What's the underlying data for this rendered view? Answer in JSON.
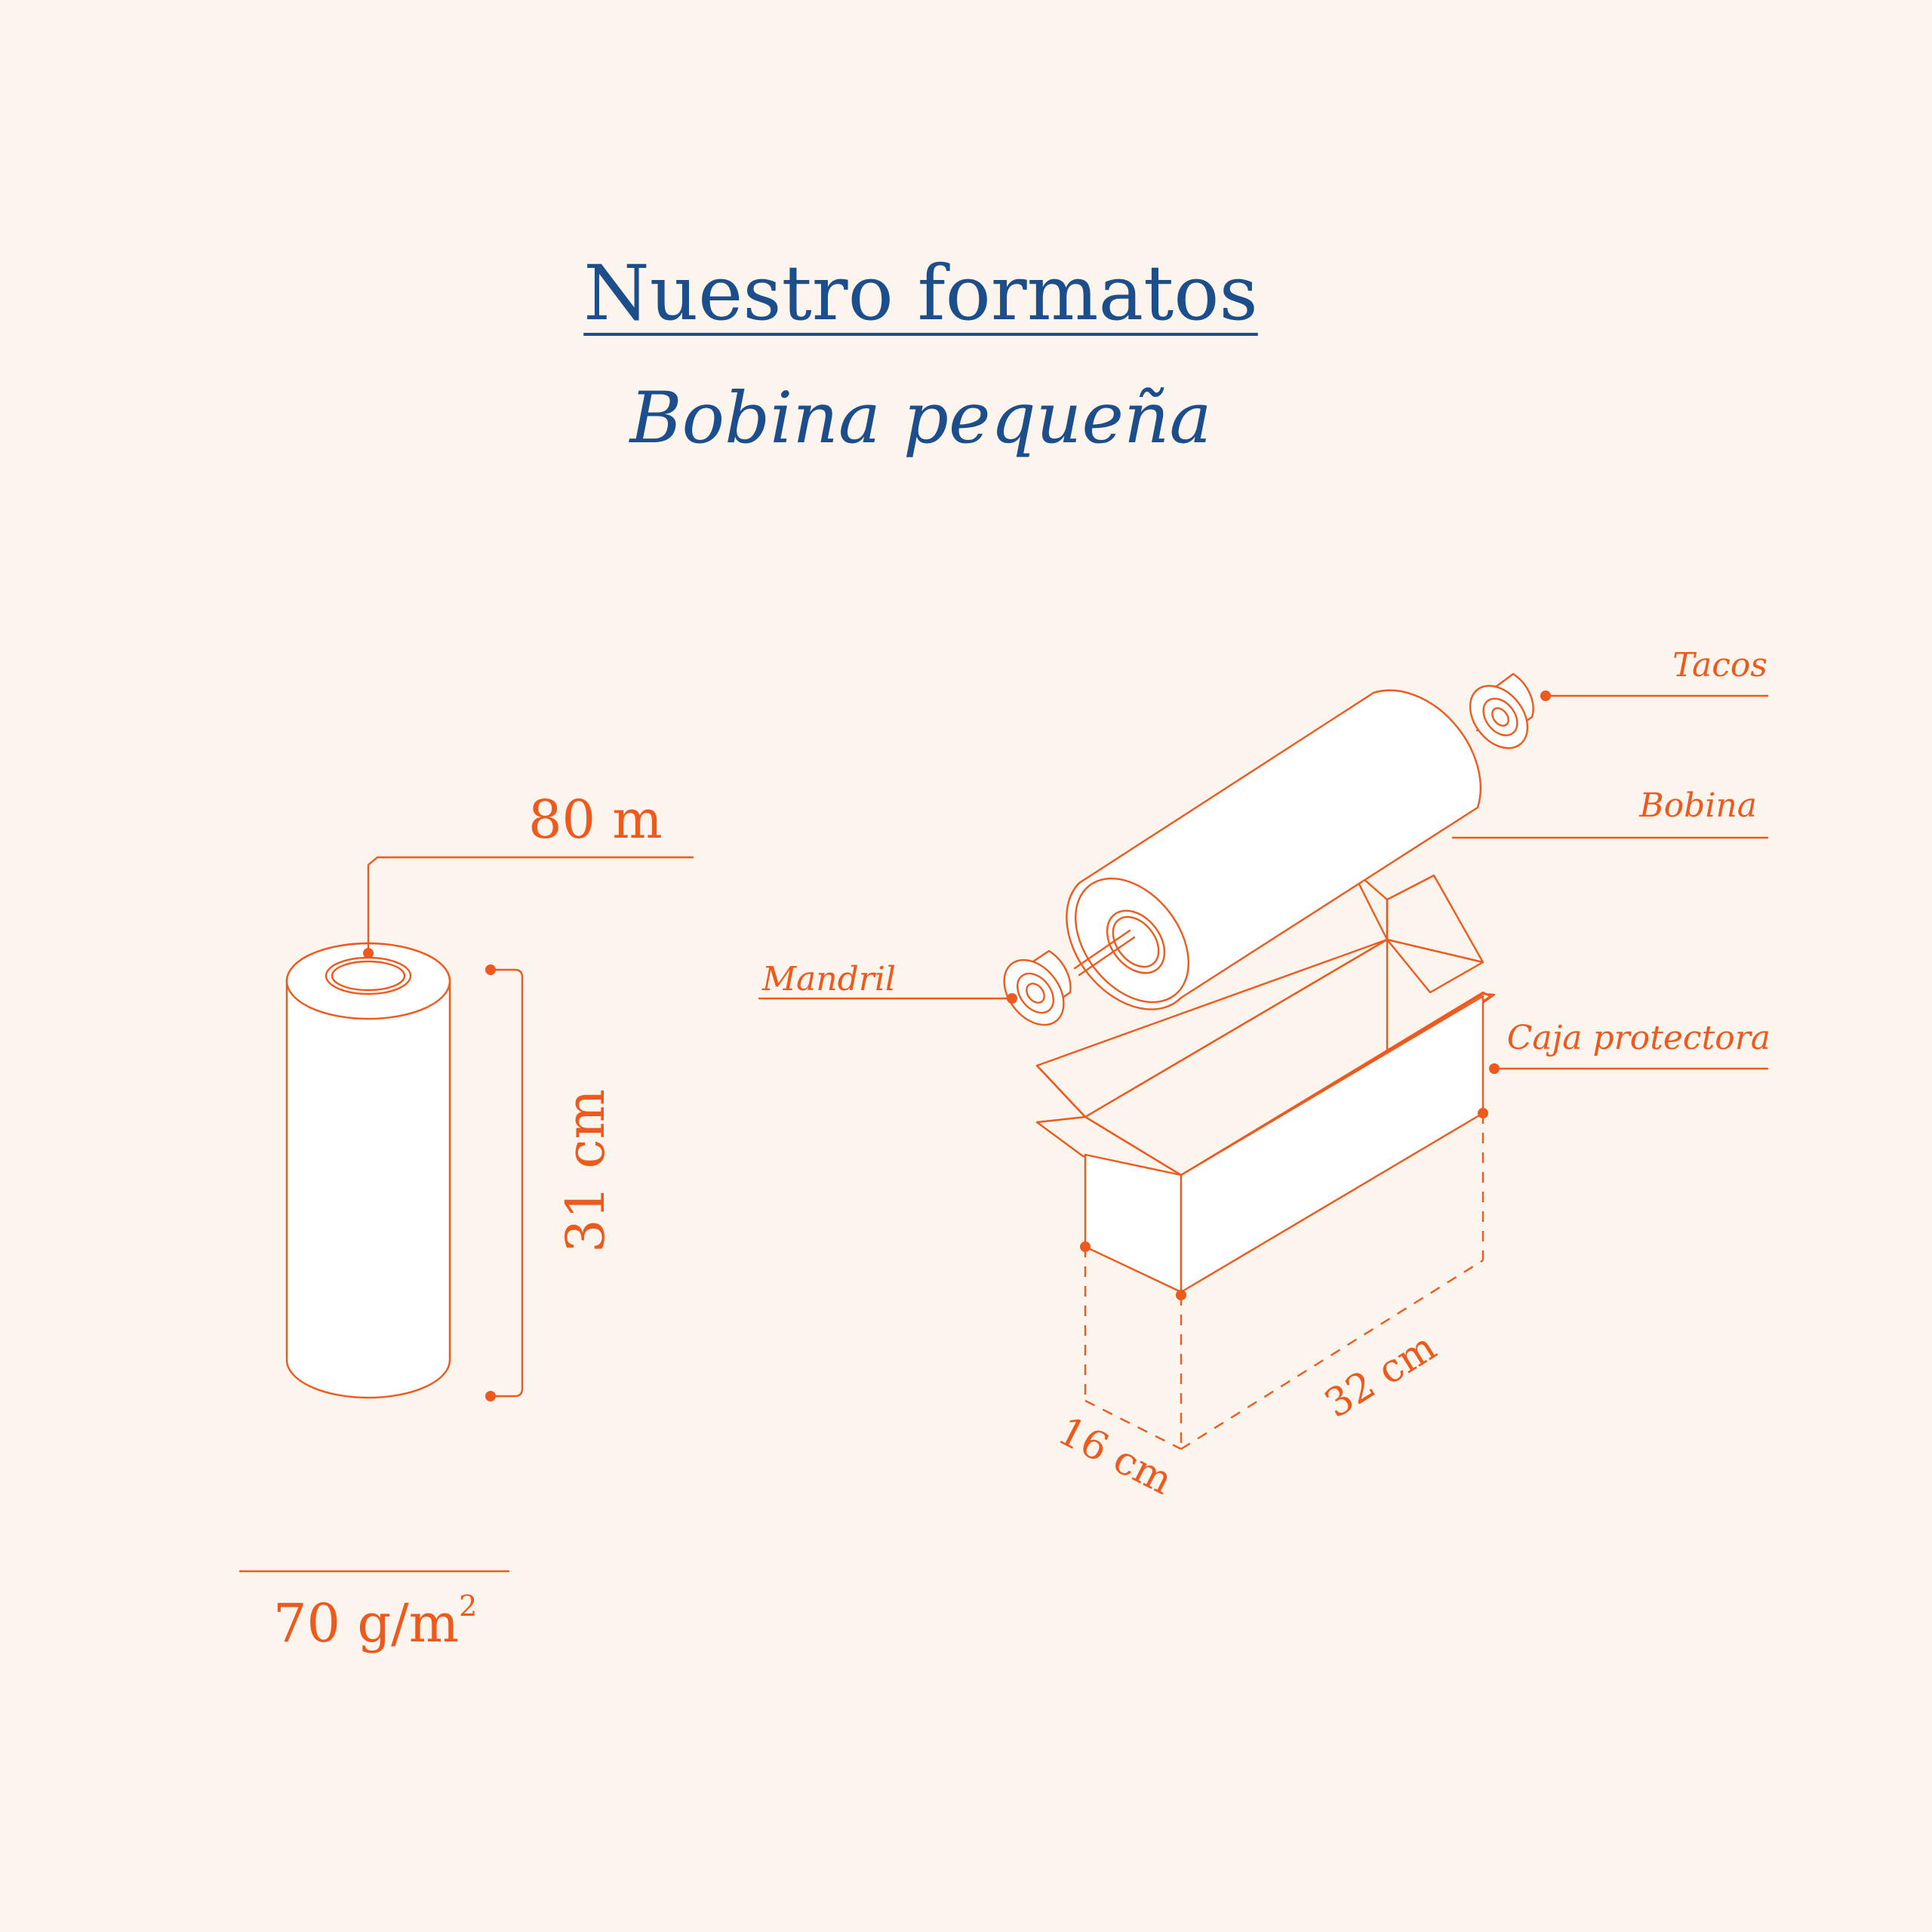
{
  "header": {
    "title": "Nuestro formatos",
    "subtitle": "Bobina pequeña"
  },
  "roll": {
    "length": "80 m",
    "height": "31 cm",
    "grammage": "70 g/m",
    "grammage_exponent": "2"
  },
  "parts": {
    "tacos": "Tacos",
    "bobina": "Bobina",
    "mandril": "Mandril",
    "caja": "Caja protectora"
  },
  "box": {
    "depth": "16 cm",
    "length": "32 cm"
  },
  "colors": {
    "background": "#FCF5EE",
    "title": "#1D4E8C",
    "accent": "#EE5A1E"
  }
}
